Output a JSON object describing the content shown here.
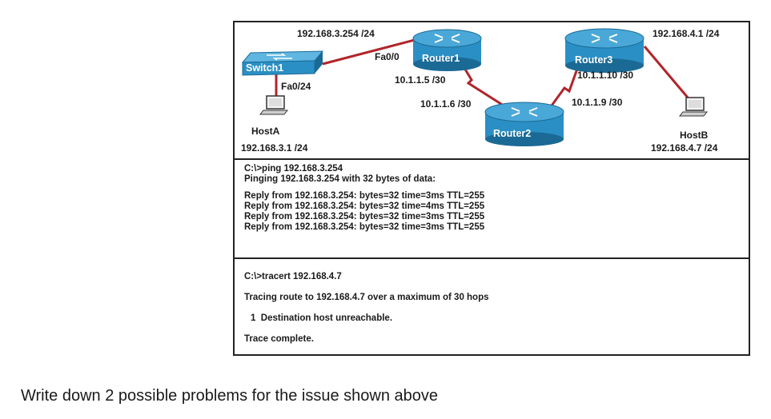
{
  "topology": {
    "devices": {
      "switch1": "Switch1",
      "router1": "Router1",
      "router2": "Router2",
      "router3": "Router3",
      "hosta": "HostA",
      "hostb": "HostB"
    },
    "labels": {
      "r1_lan_ip": "192.168.3.254 /24",
      "r1_fa00": "Fa0/0",
      "sw_fa024": "Fa0/24",
      "r1_serial": "10.1.1.5 /30",
      "r2_serial_r1": "10.1.1.6 /30",
      "r2_serial_r3": "10.1.1.9 /30",
      "r3_serial": "10.1.1.10 /30",
      "r3_lan_ip": "192.168.4.1 /24",
      "hosta_ip": "192.168.3.1 /24",
      "hostb_ip": "192.168.4.7 /24"
    },
    "colors": {
      "device_fill": "#2a8fc4",
      "device_dark": "#1b6a96",
      "link_red": "#b0252b",
      "link_black": "#111111"
    }
  },
  "ping": {
    "lines": [
      "C:\\>ping 192.168.3.254",
      "Pinging 192.168.3.254 with 32 bytes of data:",
      "Reply from 192.168.3.254: bytes=32 time=3ms TTL=255",
      "Reply from 192.168.3.254: bytes=32 time=4ms TTL=255",
      "Reply from 192.168.3.254: bytes=32 time=3ms TTL=255",
      "Reply from 192.168.3.254: bytes=32 time=3ms TTL=255"
    ]
  },
  "tracert": {
    "lines": [
      "C:\\>tracert 192.168.4.7",
      "Tracing route to 192.168.4.7 over a maximum of 30 hops",
      "1  Destination host unreachable.",
      "Trace complete."
    ]
  },
  "question": "Write down 2 possible problems for the issue shown above"
}
